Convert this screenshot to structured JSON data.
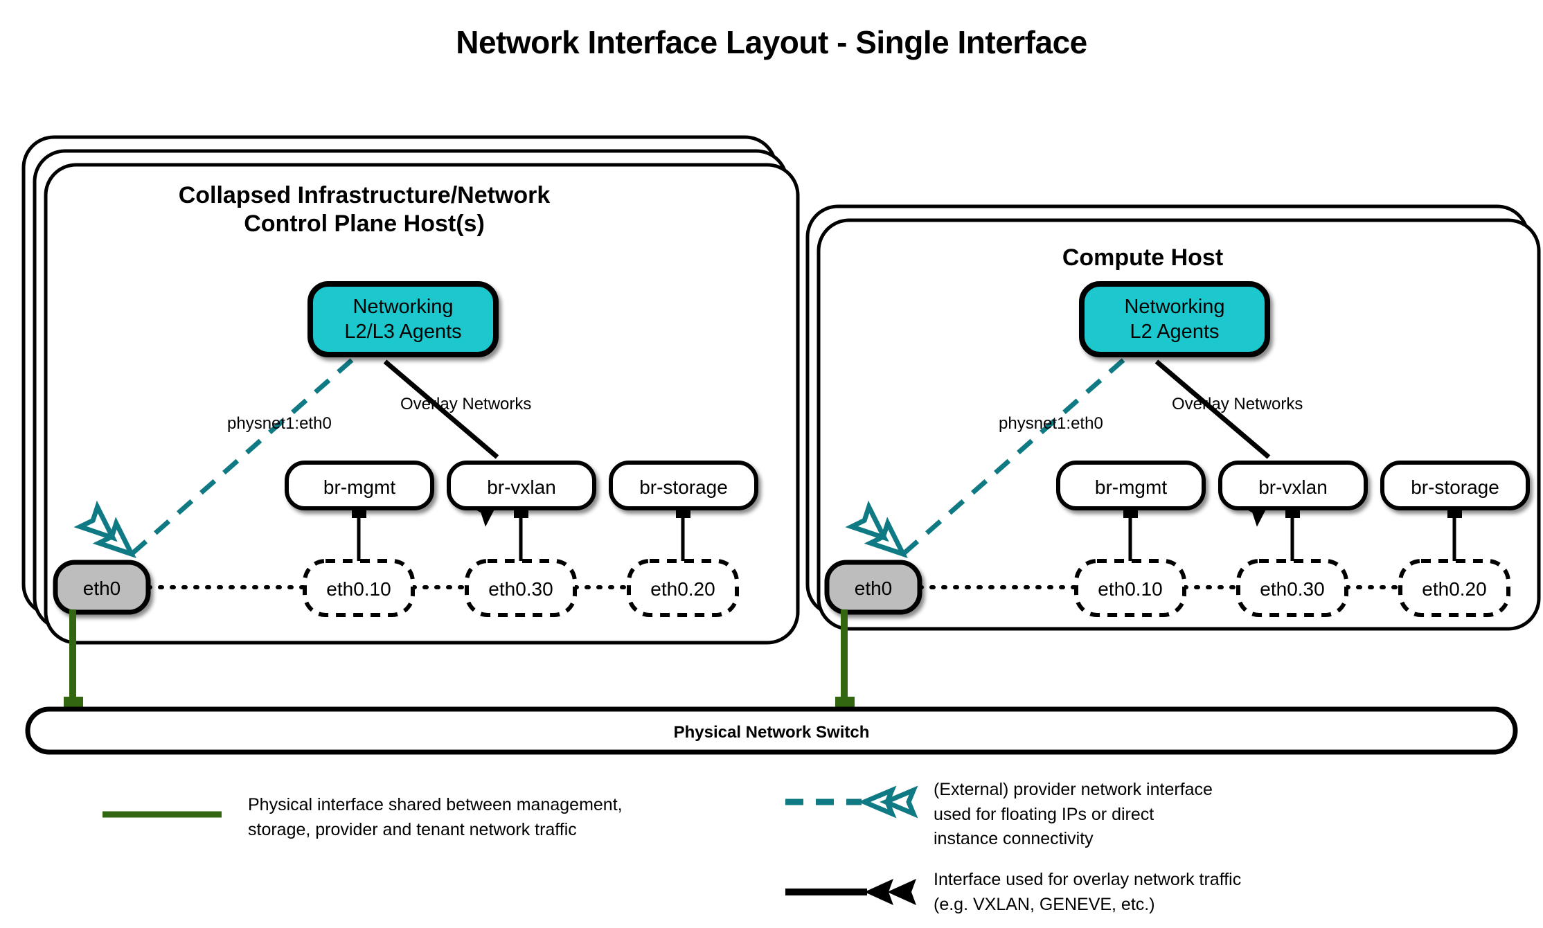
{
  "title": "Network Interface Layout - Single Interface",
  "colors": {
    "agent_fill": "#1fc8cd",
    "agent_stroke": "#000000",
    "physical_iface": "#336611",
    "provider_iface": "#0f7a83",
    "overlay_iface": "#000000",
    "eth0_fill": "#bdbdbd",
    "bridge_fill": "#ffffff",
    "panel_stroke": "#000000",
    "background": "#ffffff"
  },
  "hosts": [
    {
      "id": "control-plane-host",
      "title": "Collapsed Infrastructure/Network\nControl Plane Host(s)",
      "title_line1": "Collapsed Infrastructure/Network",
      "title_line2": "Control Plane Host(s)",
      "stack_layers": 3,
      "agent": {
        "line1": "Networking",
        "line2": "L2/L3 Agents"
      },
      "edge_labels": {
        "provider": "physnet1:eth0",
        "overlay": "Overlay Networks"
      },
      "physical_interface": "eth0",
      "bridges": [
        {
          "name": "br-mgmt",
          "vlan": "eth0.10"
        },
        {
          "name": "br-vxlan",
          "vlan": "eth0.30"
        },
        {
          "name": "br-storage",
          "vlan": "eth0.20"
        }
      ]
    },
    {
      "id": "compute-host",
      "title": "Compute Host",
      "title_line1": "Compute Host",
      "title_line2": "",
      "stack_layers": 2,
      "agent": {
        "line1": "Networking",
        "line2": "L2 Agents"
      },
      "edge_labels": {
        "provider": "physnet1:eth0",
        "overlay": "Overlay Networks"
      },
      "physical_interface": "eth0",
      "bridges": [
        {
          "name": "br-mgmt",
          "vlan": "eth0.10"
        },
        {
          "name": "br-vxlan",
          "vlan": "eth0.30"
        },
        {
          "name": "br-storage",
          "vlan": "eth0.20"
        }
      ]
    }
  ],
  "switch": {
    "label": "Physical Network Switch"
  },
  "legend": [
    {
      "id": "physical-interface",
      "marker": "solid-green-line",
      "color": "#336611",
      "text": "Physical interface shared between management,\nstorage, provider and tenant network traffic"
    },
    {
      "id": "provider-interface",
      "marker": "dashed-teal-arrow",
      "color": "#0f7a83",
      "text": "(External) provider network interface\nused for floating IPs or direct\ninstance connectivity"
    },
    {
      "id": "overlay-interface",
      "marker": "solid-black-arrow",
      "color": "#000000",
      "text": "Interface used for overlay network traffic\n(e.g. VXLAN, GENEVE, etc.)"
    }
  ]
}
